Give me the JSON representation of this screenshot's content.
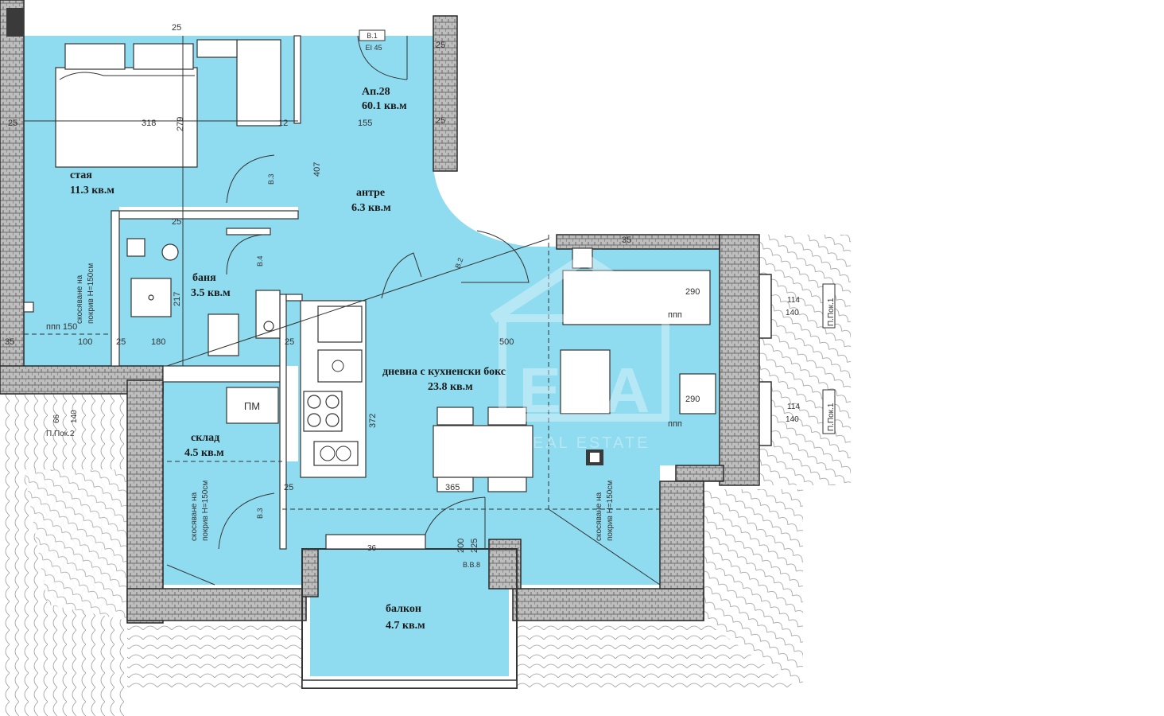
{
  "apartment": {
    "number": "Ап.28",
    "area": "60.1 кв.м"
  },
  "rooms": [
    {
      "id": "bedroom",
      "name": "стая",
      "area": "11.3 кв.м"
    },
    {
      "id": "hall",
      "name": "антре",
      "area": "6.3 кв.м"
    },
    {
      "id": "bathroom",
      "name": "баня",
      "area": "3.5 кв.м"
    },
    {
      "id": "living",
      "name": "дневна с кухненски бокс",
      "area": "23.8 кв.м"
    },
    {
      "id": "storage",
      "name": "склад",
      "area": "4.5 кв.м"
    },
    {
      "id": "balcony",
      "name": "балкон",
      "area": "4.7 кв.м"
    }
  ],
  "notes": {
    "slope1_a": "скосяване на",
    "slope1_b": "покрив Н=150см",
    "slope2_a": "скосяване на",
    "slope2_b": "покрив Н=150см",
    "slope3_a": "скосяване на",
    "slope3_b": "покрив Н=150см",
    "pm": "ПМ"
  },
  "doors": {
    "entry_top": "В.1",
    "entry_bottom": "EI 45",
    "d_b3a": "В.3",
    "d_b4": "В.4",
    "d_b2": "В.2",
    "d_b3b": "В.3",
    "d_bb8": "В.В.8"
  },
  "windows": {
    "w1_top": "114",
    "w1_mid": "140",
    "w1_label": "П.Пок.1",
    "w2_top": "114",
    "w2_mid": "140",
    "w2_label": "П.Пок.1",
    "w3_a": "66",
    "w3_b": "140",
    "w3_label": "П.Пок.2"
  },
  "dimensions": {
    "d25a": "25",
    "d318": "318",
    "d279": "279",
    "d12": "12",
    "d155": "155",
    "d25b": "25",
    "d407": "407",
    "d217": "217",
    "d180": "180",
    "d25c": "25",
    "d35": "35",
    "d150": "ппп 150",
    "d100": "100",
    "d25d": "25",
    "d372": "372",
    "d365": "365",
    "d290a": "290",
    "d290b": "290",
    "d500": "500",
    "d35b": "35",
    "d25e": "25",
    "d200": "200",
    "d225": "225",
    "d25f": "25",
    "d25g": "25",
    "d25h": "25",
    "d36": "36",
    "ppp1": "ппп",
    "ppp2": "ппп"
  },
  "watermark": {
    "logo": "ЕВА",
    "text": "REAL ESTATE"
  }
}
